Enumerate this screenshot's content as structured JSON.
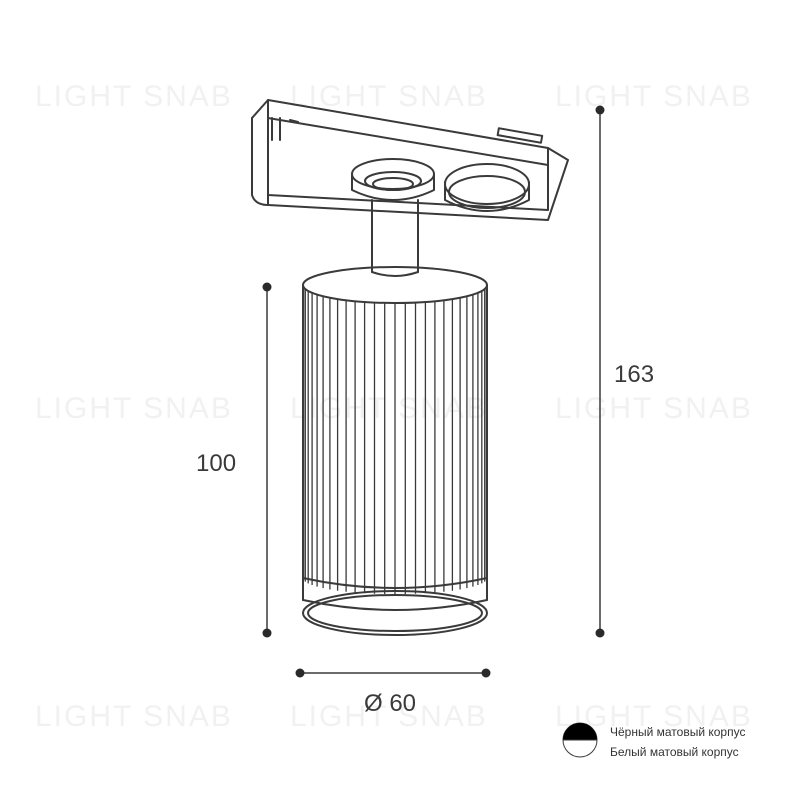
{
  "watermark": {
    "text": "LIGHT SNAB"
  },
  "dimensions": {
    "total_height": "163",
    "body_height": "100",
    "diameter": "Ø 60"
  },
  "legend": {
    "items": [
      {
        "label": "Чёрный матовый корпус",
        "color": "#000000"
      },
      {
        "label": "Белый матовый корпус",
        "color": "#ffffff"
      }
    ]
  },
  "colors": {
    "line": "#3a3a3a",
    "watermark": "#f1f1f1"
  }
}
